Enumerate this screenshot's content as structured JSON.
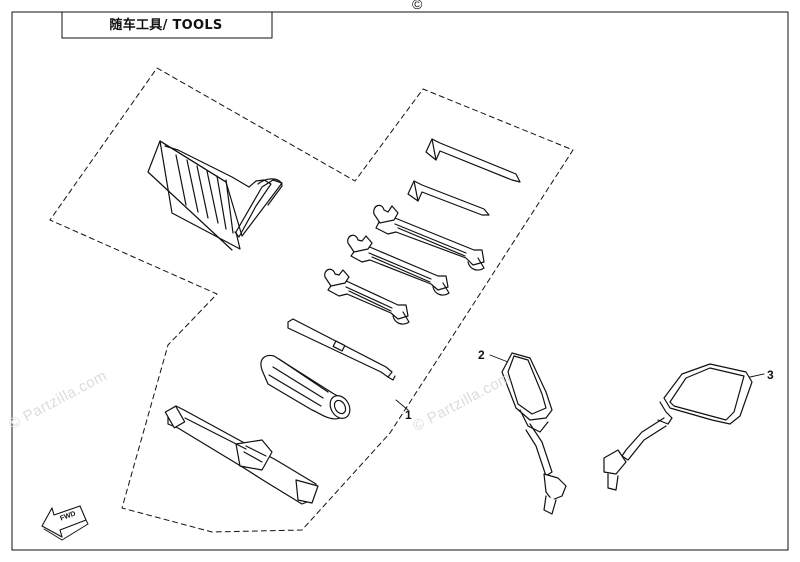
{
  "header": {
    "title": "随车工具/ TOOLS",
    "top_mark": "©"
  },
  "callouts": [
    "1",
    "2",
    "3"
  ],
  "fwd_arrow": {
    "label": "FWD"
  },
  "watermark": {
    "text": "© Partzilla.com"
  },
  "colors": {
    "line": "#111111",
    "watermark": "#dcdcdc"
  }
}
